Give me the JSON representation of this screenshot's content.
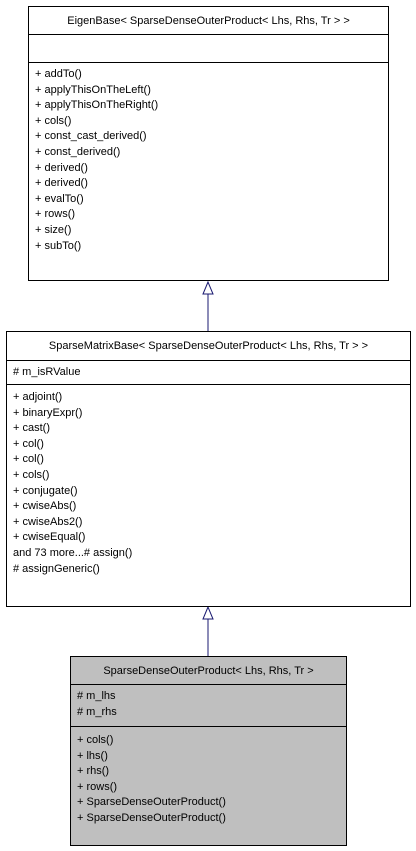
{
  "classes": [
    {
      "title": "EigenBase< SparseDenseOuterProduct< Lhs, Rhs, Tr > >",
      "attributes": [],
      "methods": [
        "+ addTo()",
        "+ applyThisOnTheLeft()",
        "+ applyThisOnTheRight()",
        "+ cols()",
        "+ const_cast_derived()",
        "+ const_derived()",
        "+ derived()",
        "+ derived()",
        "+ evalTo()",
        "+ rows()",
        "+ size()",
        "+ subTo()"
      ]
    },
    {
      "title": "SparseMatrixBase< SparseDenseOuterProduct< Lhs, Rhs, Tr > >",
      "attributes": [
        "# m_isRValue"
      ],
      "methods": [
        "+ adjoint()",
        "+ binaryExpr()",
        "+ cast()",
        "+ col()",
        "+ col()",
        "+ cols()",
        "+ conjugate()",
        "+ cwiseAbs()",
        "+ cwiseAbs2()",
        "+ cwiseEqual()",
        "and 73 more...# assign()",
        "# assignGeneric()"
      ]
    },
    {
      "title": "SparseDenseOuterProduct< Lhs, Rhs, Tr >",
      "attributes": [
        "# m_lhs",
        "# m_rhs"
      ],
      "methods": [
        "+ cols()",
        "+ lhs()",
        "+ rhs()",
        "+ rows()",
        "+ SparseDenseOuterProduct()",
        "+ SparseDenseOuterProduct()"
      ]
    }
  ]
}
